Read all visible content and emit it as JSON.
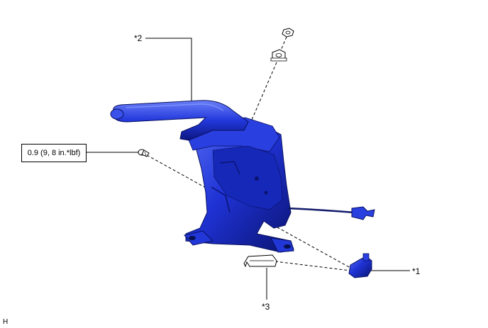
{
  "callouts": {
    "c1": "*1",
    "c2": "*2",
    "c3": "*3"
  },
  "torque_spec": "0.9 (9, 8 in.*lbf)",
  "figure_code": "H",
  "colors": {
    "part_blue": "#1a2fd1",
    "part_dark": "#0b1680",
    "part_light": "#4d63ee",
    "line": "#000000"
  }
}
